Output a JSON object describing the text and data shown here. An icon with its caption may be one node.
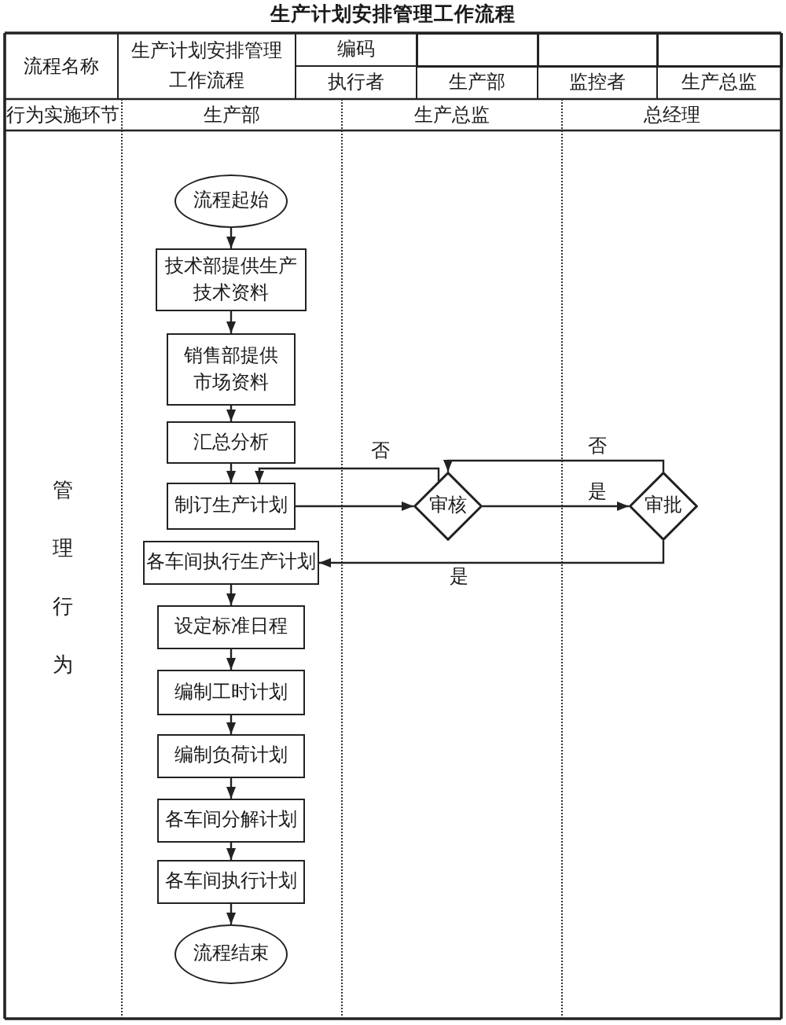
{
  "diagram": {
    "title": "生产计划安排管理工作流程",
    "nodes": [
      {
        "text": [
          "生产部"
        ]
      },
      {
        "text": [
          "生产总监"
        ]
      },
      {
        "text": [
          "总经理"
        ]
      },
      {
        "text": [
          "流程起始"
        ],
        "in": 0
      },
      {
        "text": [
          "技术部提供生产技术资料"
        ],
        "in": 0
      },
      {
        "text": [
          "销售部提供市场资料"
        ],
        "in": 0
      },
      {
        "text": [
          "汇总分析"
        ],
        "in": 0
      },
      {
        "text": [
          "制订生产计划"
        ],
        "in": 0
      },
      {
        "text": [
          "审核"
        ],
        "in": 1
      },
      {
        "text": [
          "审批"
        ],
        "in": 2
      },
      {
        "text": [
          "各车间执行生产计划"
        ],
        "in": 0
      },
      {
        "text": [
          "设定标准日程"
        ],
        "in": 0
      },
      {
        "text": [
          "编制工时计划"
        ],
        "in": 0
      },
      {
        "text": [
          "编制负荷计划"
        ],
        "in": 0
      },
      {
        "text": [
          "各车间分解计划"
        ],
        "in": 0
      },
      {
        "text": [
          "各车间执行计划"
        ],
        "in": 0
      },
      {
        "text": [
          "流程结束"
        ],
        "in": 0
      }
    ],
    "edges": [
      {
        "from": 3,
        "to": 4,
        "arrow": "to"
      },
      {
        "from": 4,
        "to": 5,
        "arrow": "to"
      },
      {
        "from": 5,
        "to": 6,
        "arrow": "to"
      },
      {
        "from": 6,
        "to": 7,
        "arrow": "to"
      },
      {
        "from": 7,
        "to": 8,
        "arrow": "to"
      },
      {
        "from": 8,
        "to": 7,
        "arrow": "to",
        "label": "否"
      },
      {
        "from": 8,
        "to": 9,
        "arrow": "to",
        "label": "是"
      },
      {
        "from": 9,
        "to": 8,
        "arrow": "to",
        "label": "否"
      },
      {
        "from": 9,
        "to": 10,
        "arrow": "to",
        "label": "是"
      },
      {
        "from": 10,
        "to": 11,
        "arrow": "to"
      },
      {
        "from": 11,
        "to": 12,
        "arrow": "to"
      },
      {
        "from": 12,
        "to": 13,
        "arrow": "to"
      },
      {
        "from": 13,
        "to": 14,
        "arrow": "to"
      },
      {
        "from": 14,
        "to": 15,
        "arrow": "to"
      },
      {
        "from": 15,
        "to": 16,
        "arrow": "to"
      }
    ],
    "labels": [
      "流程名称",
      "生产计划安排管理工作流程",
      "编码",
      "执行者",
      "生产部",
      "监控者",
      "生产总监",
      "行为实施环节",
      "管理行为"
    ]
  }
}
